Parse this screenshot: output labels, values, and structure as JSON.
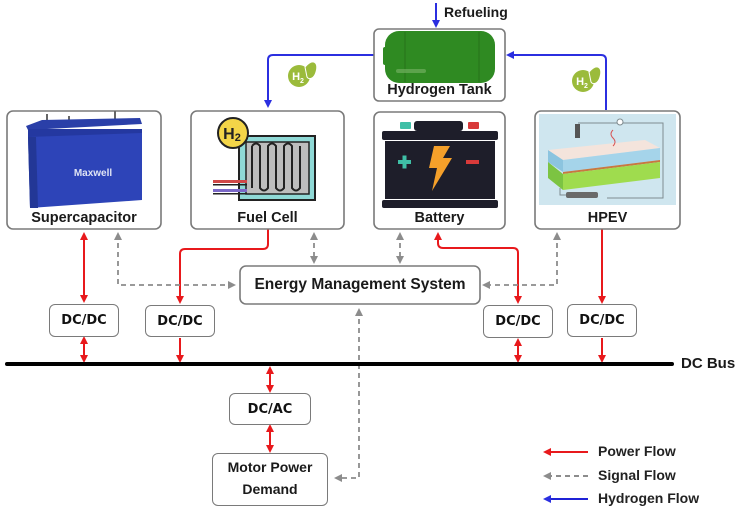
{
  "diagram": {
    "components": {
      "hydrogen_tank": {
        "label": "Hydrogen Tank"
      },
      "supercapacitor": {
        "label": "Supercapacitor",
        "brand": "Maxwell"
      },
      "fuel_cell": {
        "label": "Fuel Cell",
        "badge": "H2"
      },
      "battery": {
        "label": "Battery"
      },
      "hpev": {
        "label": "HPEV"
      }
    },
    "refueling_label": "Refueling",
    "ems_label": "Energy Management System",
    "converters": {
      "supercap": "DC/DC",
      "fuel_cell": "DC/DC",
      "battery": "DC/DC",
      "hpev": "DC/DC",
      "inverter": "DC/AC"
    },
    "motor": {
      "line1": "Motor Power",
      "line2": "Demand"
    },
    "bus_label": "DC Bus",
    "h2_badge": "H2",
    "legend": [
      {
        "label": "Power Flow",
        "color": "#e8191c",
        "style": "solid"
      },
      {
        "label": "Signal Flow",
        "color": "#8c8c8c",
        "style": "dashed"
      },
      {
        "label": "Hydrogen Flow",
        "color": "#1f22d6",
        "style": "solid"
      }
    ],
    "colors": {
      "power": "#e8191c",
      "signal": "#8c8c8c",
      "hydrogen": "#2b2fe0",
      "bus": "#000000",
      "h2_badge": "#9bbb3b"
    }
  }
}
